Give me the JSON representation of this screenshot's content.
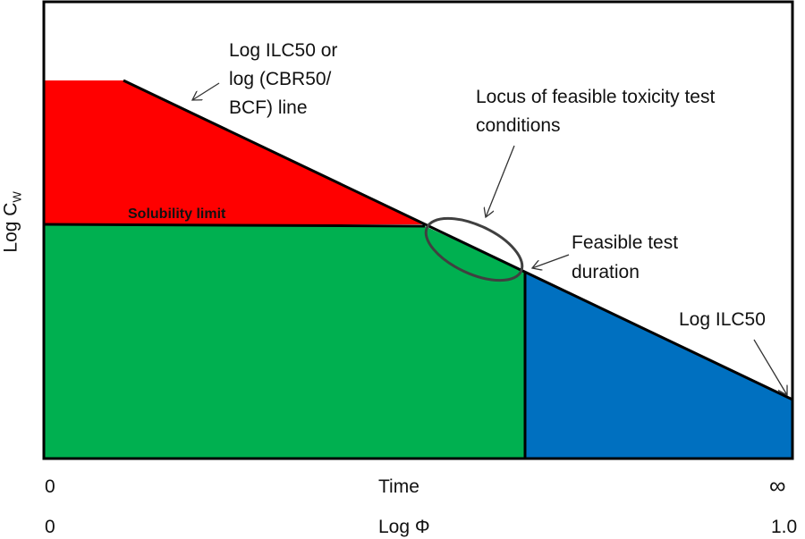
{
  "colors": {
    "unfeasible_region": "#ff0000",
    "feasible_region": "#00b050",
    "long_duration_region": "#0070c0",
    "ellipse": "#404040"
  },
  "labels": {
    "ilc50_line_1": "Log ILC50 or",
    "ilc50_line_2": "log (CBR50/",
    "ilc50_line_3": "BCF) line",
    "locus_1": "Locus of feasible toxicity test",
    "locus_2": "conditions",
    "feasible_1": "Feasible test",
    "feasible_2": "duration",
    "log_ilc50": "Log ILC50",
    "solubility": "Solubility  limit"
  },
  "y_axis": {
    "label": "Log C",
    "subscript": "W"
  },
  "x_axis_time": {
    "start": "0",
    "label": "Time",
    "end": "∞"
  },
  "x_axis_phi": {
    "start": "0",
    "label": "Log Φ",
    "end": "1.0"
  }
}
